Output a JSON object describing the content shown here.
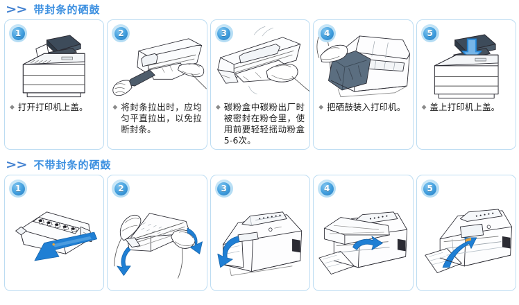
{
  "sections": [
    {
      "chevron": ">>",
      "title": "带封条的硒鼓",
      "steps": [
        {
          "number": "1",
          "text": "打开打印机上盖。",
          "illustration": "printer-top-cover-open"
        },
        {
          "number": "2",
          "text": "将封条拉出时，应均匀平直拉出，以免拉断封条。",
          "illustration": "hand-pulling-seal-from-cartridge"
        },
        {
          "number": "3",
          "text": "碳粉盒中碳粉出厂时被密封在粉仓里，使用前要轻轻摇动粉盒5-6次。",
          "illustration": "hands-shaking-toner-cartridge"
        },
        {
          "number": "4",
          "text": "把硒鼓装入打印机。",
          "illustration": "inserting-cartridge-into-printer"
        },
        {
          "number": "5",
          "text": "盖上打印机上盖。",
          "illustration": "closing-printer-top-cover"
        }
      ]
    },
    {
      "chevron": ">>",
      "title": "不带封条的硒鼓",
      "steps": [
        {
          "number": "1",
          "text": "",
          "illustration": "cartridge-with-pull-out-arrow"
        },
        {
          "number": "2",
          "text": "",
          "illustration": "hands-rocking-cartridge-arrows"
        },
        {
          "number": "3",
          "text": "",
          "illustration": "printer-front-cover-opening"
        },
        {
          "number": "4",
          "text": "",
          "illustration": "cartridge-inserted-open-printer"
        },
        {
          "number": "5",
          "text": "",
          "illustration": "closing-front-cover-arrow-up"
        }
      ]
    }
  ],
  "colors": {
    "header_text": "#3b8fe0",
    "chevron": "#3f7fd0",
    "card_border": "#bcdcf2",
    "badge_outer": "#bfe2f6",
    "badge_inner": "#3f9ddd",
    "arrow_blue": "#1f7fd4",
    "line_art": "#2b2b33",
    "caption_text": "#1a1a1a"
  }
}
